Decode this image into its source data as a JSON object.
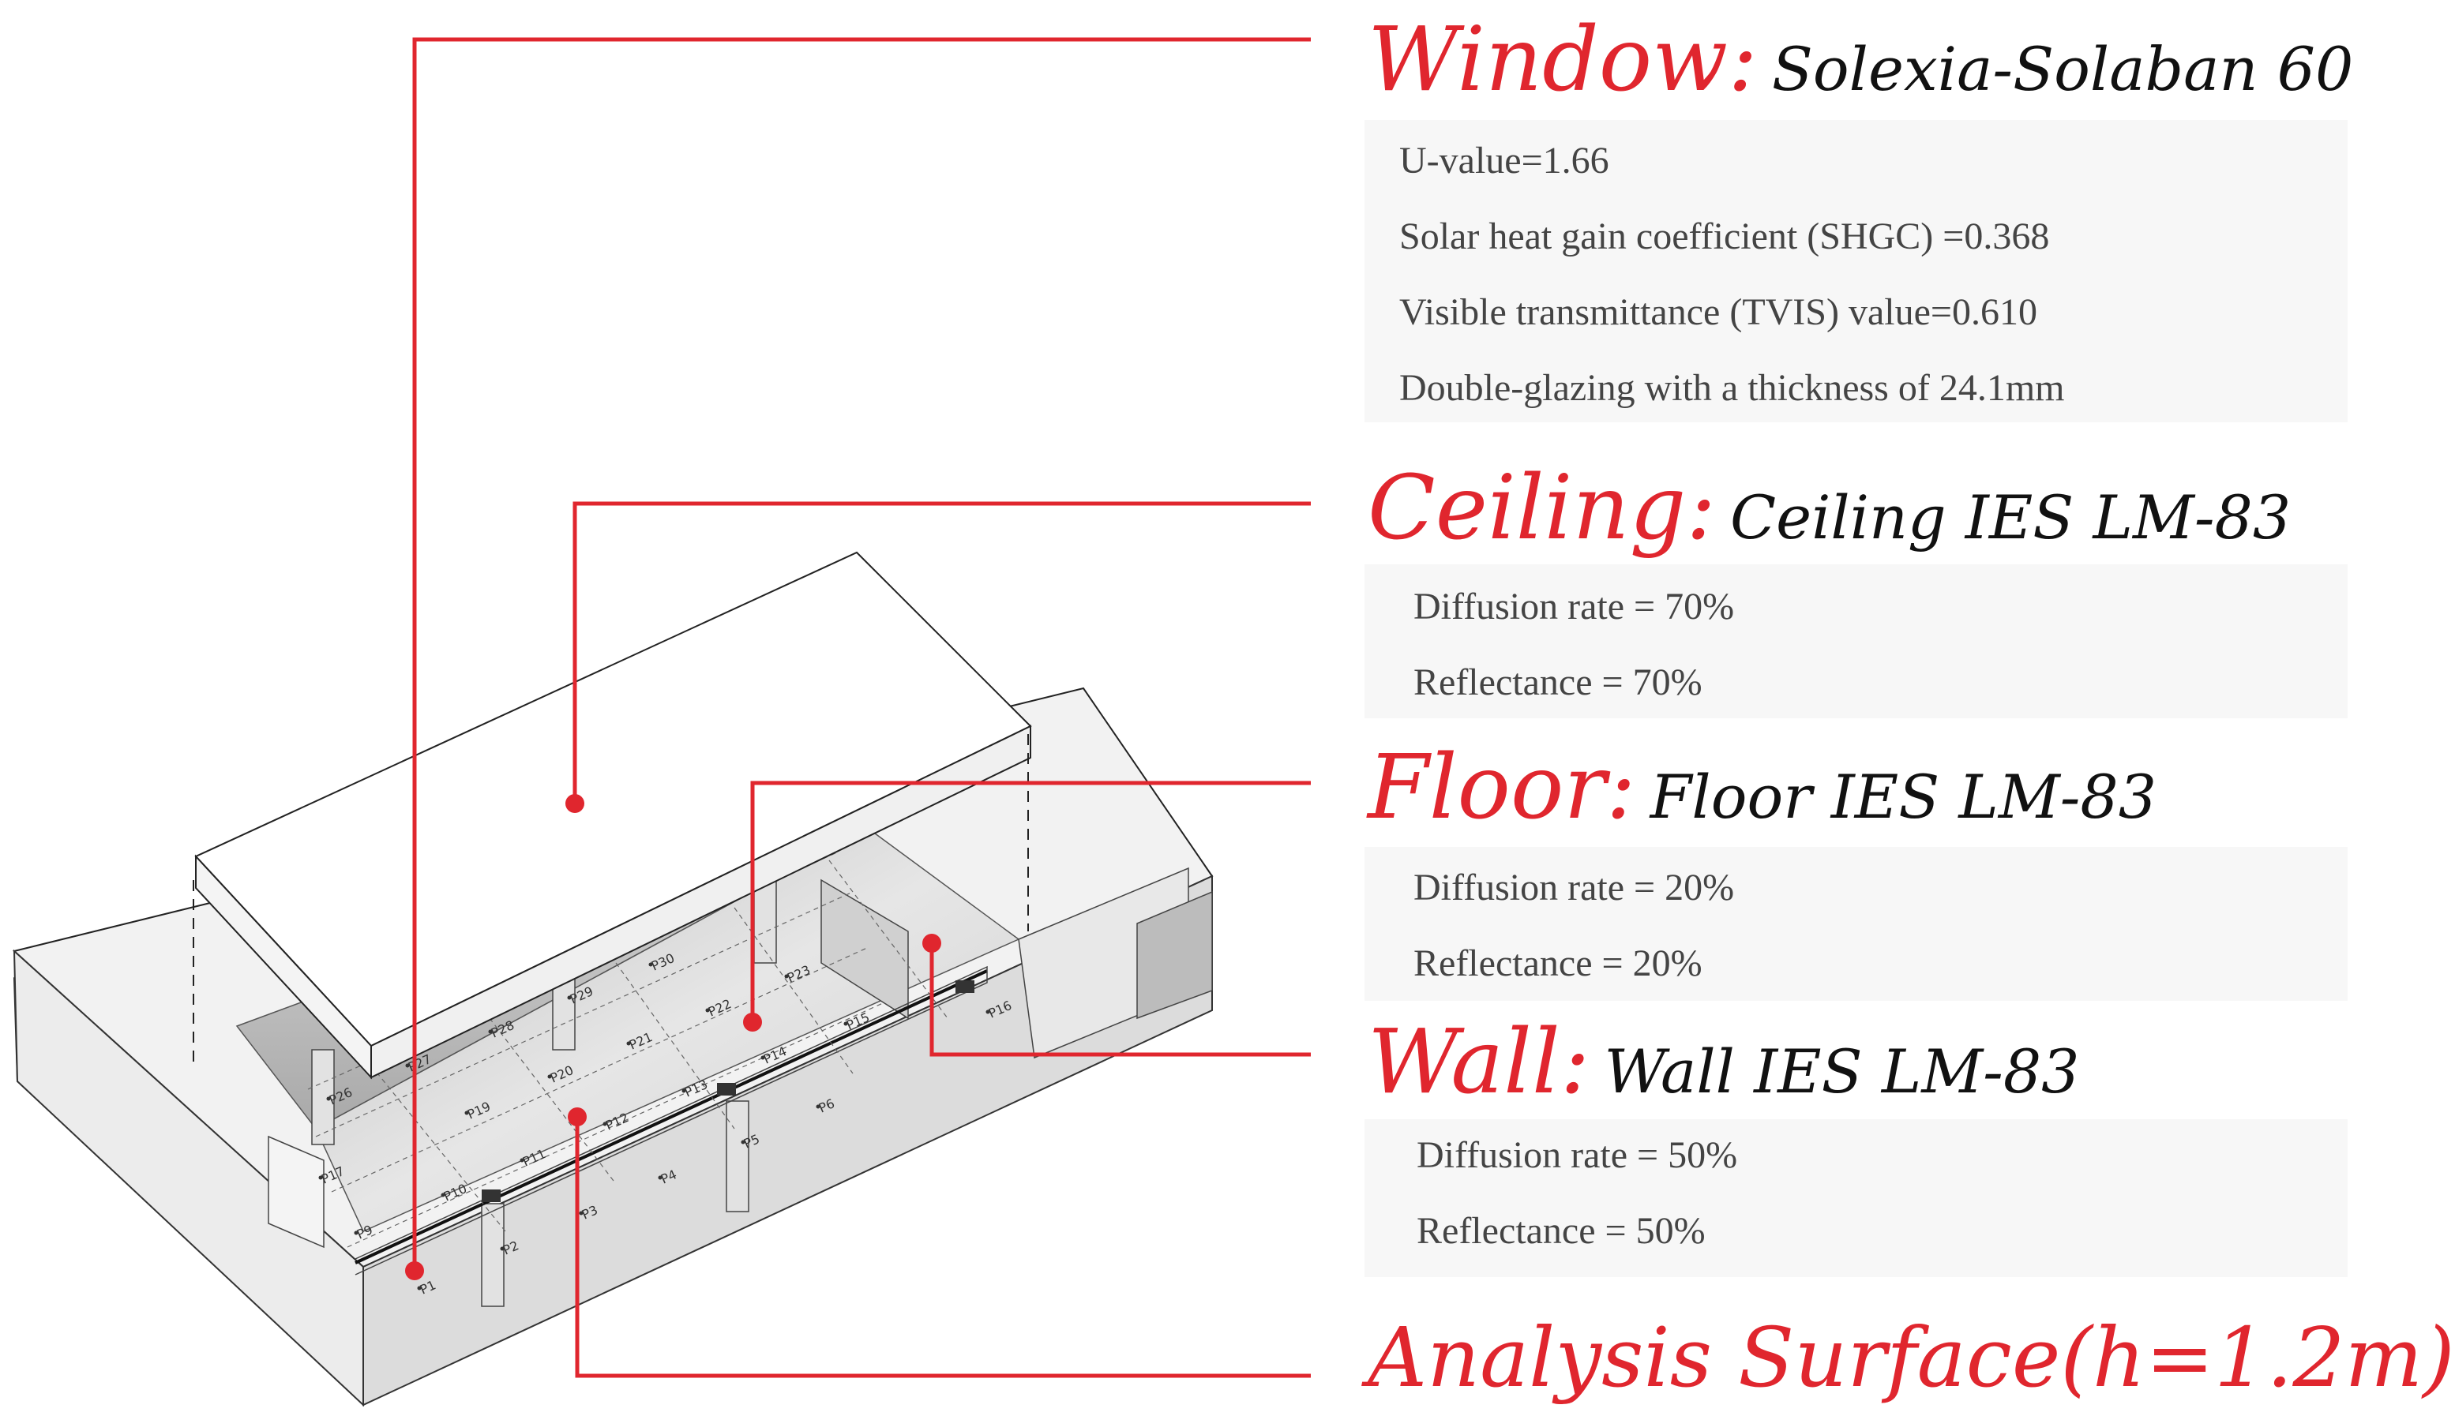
{
  "colors": {
    "accent": "#e0262e",
    "panel": "#f7f7f7",
    "text": "#444444",
    "heading": "#111111"
  },
  "window": {
    "term": "Window:",
    "name": "Solexia-Solaban 60",
    "props": [
      "U-value=1.66",
      "Solar heat gain coefficient (SHGC) =0.368",
      "Visible transmittance (TVIS) value=0.610",
      "Double-glazing with a thickness of 24.1mm"
    ]
  },
  "ceiling": {
    "term": "Ceiling:",
    "name": "Ceiling IES LM-83",
    "props": [
      "Diffusion rate = 70%",
      "Reflectance = 70%"
    ]
  },
  "floor": {
    "term": "Floor:",
    "name": "Floor IES LM-83",
    "props": [
      "Diffusion rate = 20%",
      "Reflectance = 20%"
    ]
  },
  "wall": {
    "term": "Wall:",
    "name": "Wall IES LM-83",
    "props": [
      "Diffusion rate = 50%",
      "Reflectance = 50%"
    ]
  },
  "analysis": {
    "label": "Analysis Surface(h=1.2m)"
  },
  "grid_points": [
    "P1",
    "P2",
    "P3",
    "P4",
    "P5",
    "P6",
    "P9",
    "P10",
    "P11",
    "P12",
    "P13",
    "P14",
    "P15",
    "P16",
    "P17",
    "P19",
    "P20",
    "P21",
    "P22",
    "P23",
    "P26",
    "P27",
    "P28",
    "P29",
    "P30"
  ]
}
